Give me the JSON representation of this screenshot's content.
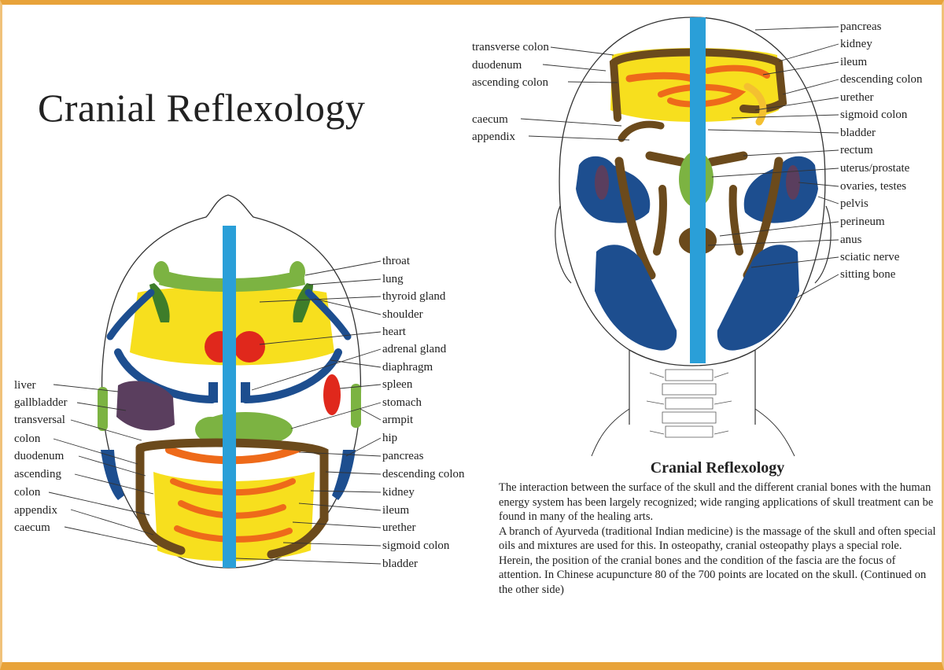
{
  "title": "Cranial  Reflexology",
  "colors": {
    "yellow": "#f7df1e",
    "orange": "#ee6a1a",
    "brown": "#6b4a1c",
    "green": "#7cb342",
    "darkgreen": "#3e7d2a",
    "blue": "#1d4e8f",
    "red": "#e0281c",
    "purple": "#5a3e5e",
    "cyan": "#2a9fd8",
    "border": "#e8a33a"
  },
  "top_view": {
    "left_labels": [
      "liver",
      "gallbladder",
      "transversal",
      "colon",
      "duodenum",
      "ascending",
      "colon",
      "appendix",
      "caecum"
    ],
    "right_labels": [
      "throat",
      "lung",
      "thyroid gland",
      "shoulder",
      "heart",
      "adrenal gland",
      "diaphragm",
      "spleen",
      "stomach",
      "armpit",
      "hip",
      "pancreas",
      "descending colon",
      "kidney",
      "ileum",
      "urether",
      "sigmoid colon",
      "bladder"
    ]
  },
  "back_view": {
    "left_labels": [
      "transverse colon",
      "duodenum",
      "ascending colon",
      "caecum",
      "appendix"
    ],
    "right_labels": [
      "pancreas",
      "kidney",
      "ileum",
      "descending colon",
      "urether",
      "sigmoid colon",
      "bladder",
      "rectum",
      "uterus/prostate",
      "ovaries, testes",
      "pelvis",
      "perineum",
      "anus",
      "sciatic nerve",
      "sitting bone"
    ]
  },
  "text_box": {
    "heading": "Cranial Reflexology",
    "paragraphs": [
      "The interaction between the surface of the skull and the different cranial bones with the human energy system has been largely recognized; wide ranging applications of skull treatment can be found in many of the healing arts.",
      "A branch of Ayurveda (traditional Indian medicine) is the massage of the skull and often special oils and mixtures are used for this. In osteopathy, cranial osteopathy plays a special role. Herein, the position of the cranial bones and the condition of the fascia are the focus of attention. In Chinese acupuncture 80 of the 700 points are located on the skull. (Continued on the other side)"
    ]
  }
}
